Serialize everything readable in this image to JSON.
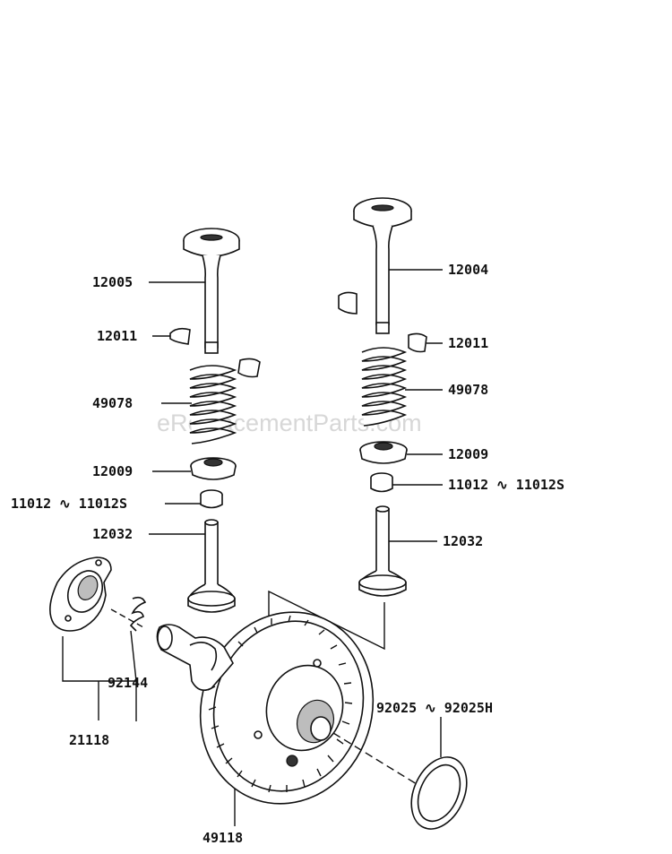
{
  "watermark": "eReplacementParts.com",
  "labels": {
    "l_12005": "12005",
    "l_12011_left": "12011",
    "l_49078_left": "49078",
    "l_12009_left": "12009",
    "l_11012_left": "11012 ∿ 11012S",
    "l_12032_left": "12032",
    "l_12004": "12004",
    "l_12011_right": "12011",
    "l_49078_right": "49078",
    "l_12009_right": "12009",
    "l_11012_right": "11012 ∿ 11012S",
    "l_12032_right": "12032",
    "l_92144": "92144",
    "l_21118": "21118",
    "l_49118": "49118",
    "l_92025": "92025 ∿ 92025H"
  }
}
